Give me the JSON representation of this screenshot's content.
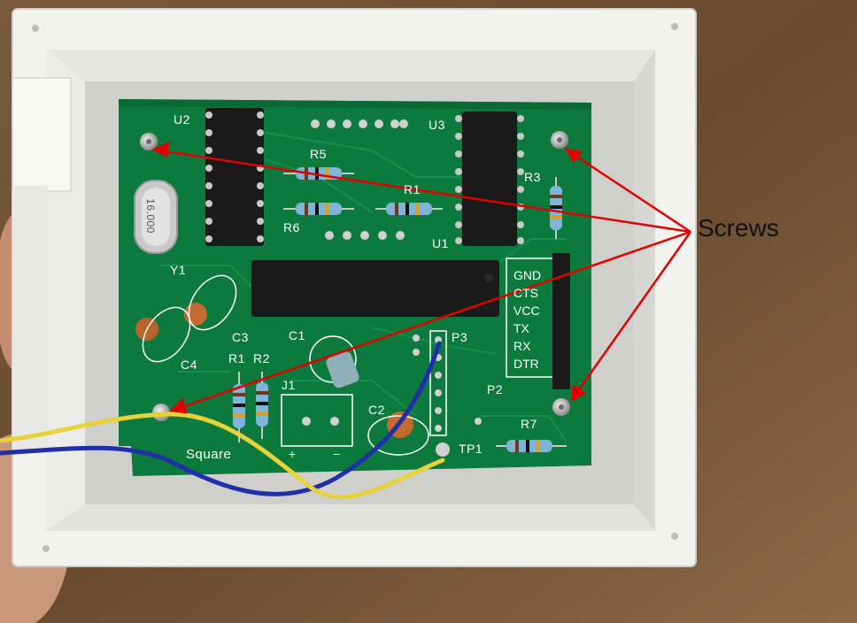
{
  "annotation": {
    "callout_label": "Screws",
    "arrow_color": "#e00000"
  },
  "board": {
    "pcb_color": "#0c7a3c",
    "silkscreen_color": "#ffffff",
    "refdes": {
      "u2": "U2",
      "u3": "U3",
      "u1": "U1",
      "r5": "R5",
      "r1_top": "R1",
      "r6": "R6",
      "r3": "R3",
      "y1": "Y1",
      "c3": "C3",
      "c4": "C4",
      "c1": "C1",
      "r1": "R1",
      "r2": "R2",
      "j1": "J1",
      "p3": "P3",
      "p2": "P2",
      "r7": "R7",
      "tp1": "TP1",
      "c2": "C2"
    },
    "brand_text": "Square",
    "polarity_plus": "+",
    "polarity_minus": "−",
    "crystal_marking": "16.000",
    "serial_header_pins": [
      "GND",
      "CTS",
      "VCC",
      "TX",
      "RX",
      "DTR"
    ]
  },
  "enclosure": {
    "color": "#f2f2ef"
  },
  "wires": [
    {
      "name": "yellow-wire",
      "color": "#e6d23a"
    },
    {
      "name": "blue-wire",
      "color": "#1e2fa8"
    }
  ]
}
